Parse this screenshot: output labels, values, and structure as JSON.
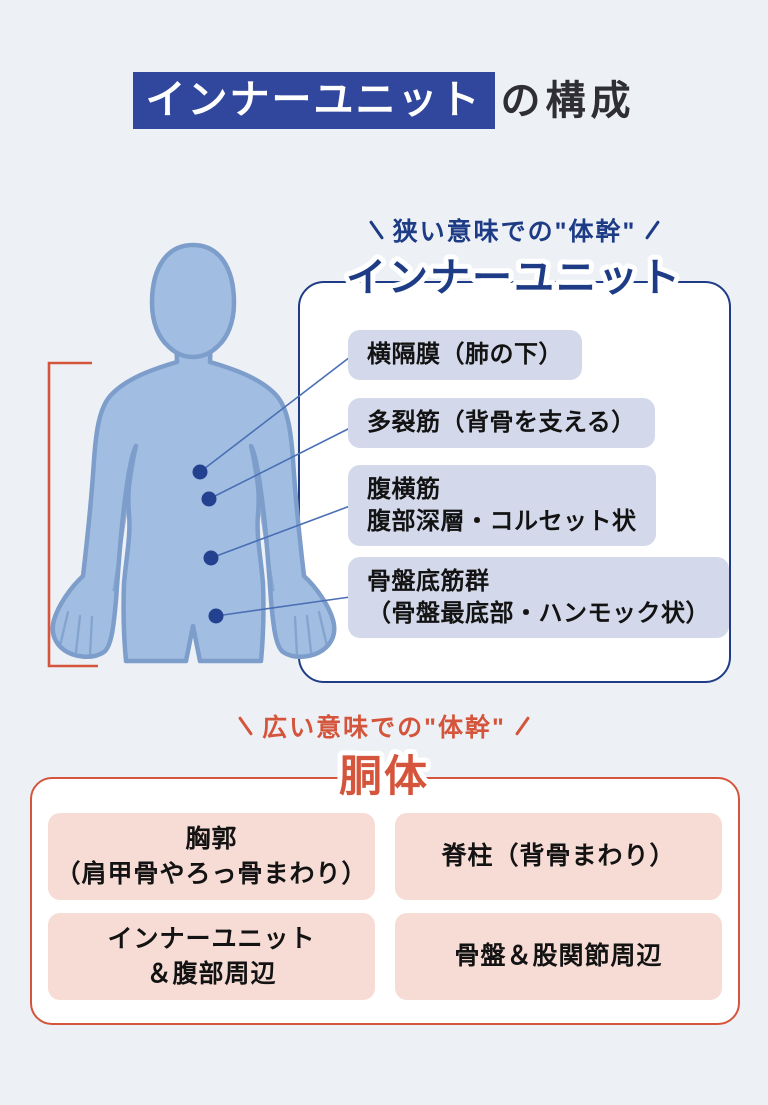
{
  "header": {
    "title_highlight": "インナーユニット",
    "title_suffix": "の構成"
  },
  "inner_unit_section": {
    "tagline": "狭い意味での\"体幹\"",
    "heading": "インナーユニット",
    "muscles": [
      {
        "name": "横隔膜（肺の下）",
        "detail": ""
      },
      {
        "name": "多裂筋（背骨を支える）",
        "detail": ""
      },
      {
        "name": "腹横筋",
        "detail": "腹部深層・コルセット状"
      },
      {
        "name": "骨盤底筋群",
        "detail": "（骨盤最底部・ハンモック状）"
      }
    ]
  },
  "torso_section": {
    "tagline": "広い意味での\"体幹\"",
    "heading": "胴体",
    "areas": [
      {
        "line1": "胸郭",
        "line2": "（肩甲骨やろっ骨まわり）"
      },
      {
        "line1": "脊柱（背骨まわり）",
        "line2": ""
      },
      {
        "line1": "インナーユニット",
        "line2": "＆腹部周辺"
      },
      {
        "line1": "骨盤＆股関節周辺",
        "line2": ""
      }
    ]
  },
  "figure": {
    "illustration": "human-body-front",
    "marker_count": 4
  },
  "colors": {
    "background": "#edf1f6",
    "navy": "#1f3c86",
    "title_highlight_bg": "#30479d",
    "red_accent": "#d4553b",
    "muscle_label_bg": "#d3d9ea",
    "area_cell_bg": "#f7dcd5",
    "body_fill": "#a1bee2",
    "body_outline": "#7d9dcb",
    "marker_dot": "#24418f"
  }
}
